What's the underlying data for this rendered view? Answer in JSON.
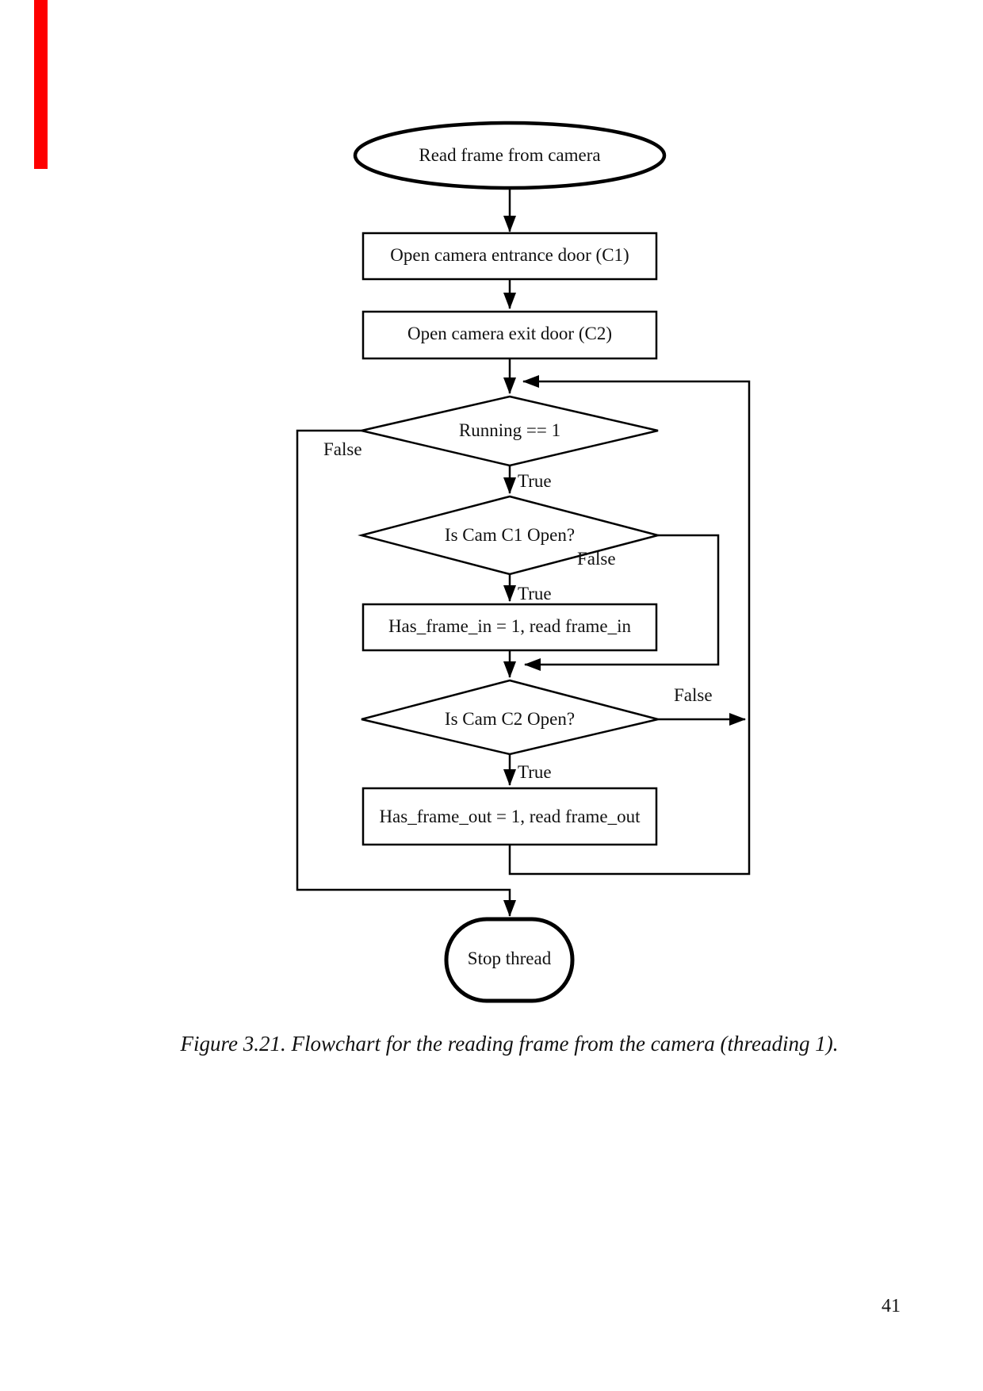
{
  "flowchart": {
    "nodes": {
      "start": {
        "label": "Read frame from camera"
      },
      "open_entrance": {
        "label": "Open camera entrance door (C1)"
      },
      "open_exit": {
        "label": "Open camera exit door (C2)"
      },
      "running": {
        "label": "Running == 1"
      },
      "cam_c1": {
        "label": "Is Cam C1 Open?"
      },
      "read_in": {
        "label": "Has_frame_in = 1, read frame_in"
      },
      "cam_c2": {
        "label": "Is Cam C2 Open?"
      },
      "read_out": {
        "label": "Has_frame_out = 1, read frame_out"
      },
      "stop": {
        "label": "Stop thread"
      }
    },
    "edges": {
      "running_false": "False",
      "running_true": "True",
      "c1_false": "False",
      "c1_true": "True",
      "c2_false": "False",
      "c2_true": "True"
    },
    "colors": {
      "line": "#000000",
      "background": "#ffffff",
      "edge_mark": "#fe0000"
    }
  },
  "figure": {
    "caption": "Figure 3.21. Flowchart for the reading frame from the camera (threading 1)."
  },
  "page": {
    "number": "41"
  }
}
